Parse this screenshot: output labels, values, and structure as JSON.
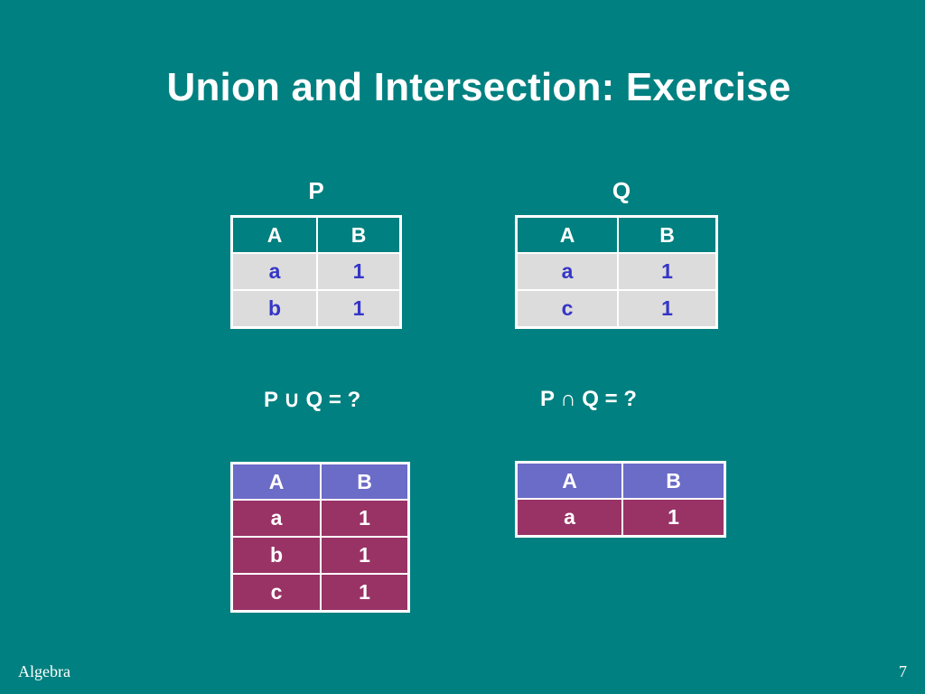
{
  "slide": {
    "title": "Union and Intersection: Exercise",
    "footer_left": "Algebra",
    "page_number": "7"
  },
  "relation_p": {
    "label": "P",
    "columns": [
      "A",
      "B"
    ],
    "rows": [
      [
        "a",
        "1"
      ],
      [
        "b",
        "1"
      ]
    ]
  },
  "relation_q": {
    "label": "Q",
    "columns": [
      "A",
      "B"
    ],
    "rows": [
      [
        "a",
        "1"
      ],
      [
        "c",
        "1"
      ]
    ]
  },
  "union": {
    "expression": "P ∪ Q = ?",
    "columns": [
      "A",
      "B"
    ],
    "rows": [
      [
        "a",
        "1"
      ],
      [
        "b",
        "1"
      ],
      [
        "c",
        "1"
      ]
    ]
  },
  "intersection": {
    "expression": "P ∩ Q = ?",
    "columns": [
      "A",
      "B"
    ],
    "rows": [
      [
        "a",
        "1"
      ]
    ]
  },
  "colors": {
    "background": "#008080",
    "input_cell_bg": "#dcdcdc",
    "input_cell_text": "#3535c8",
    "result_header_bg": "#6b6bc8",
    "result_cell_bg": "#993366"
  }
}
